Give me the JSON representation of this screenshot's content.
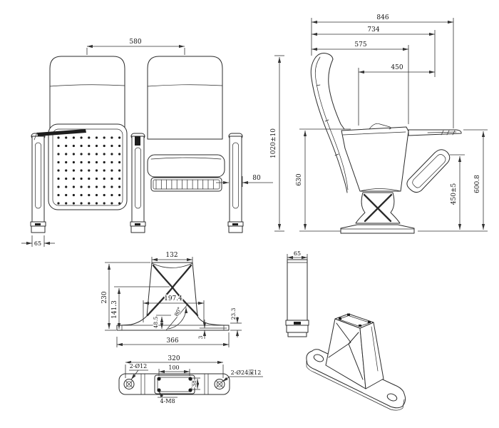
{
  "drawing": {
    "type": "engineering-drawing",
    "subject": "auditorium theater chair - multi-view dimensioned drawing",
    "units": "mm"
  },
  "front_view": {
    "seat_spacing": "580",
    "leg_width": "65",
    "armrest_width": "80",
    "overall_height": "1020±10"
  },
  "side_view": {
    "overall_depth": "846",
    "depth_with_tablet": "734",
    "seat_depth": "575",
    "tablet_extension": "450",
    "back_height": "630",
    "armrest_height": "450±5",
    "tablet_height": "600.8"
  },
  "pedestal_front_view": {
    "top_width": "132",
    "total_height": "230",
    "upper_height": "141.3",
    "mid_width": "197.4",
    "side_angle": "80°",
    "flare_height": "48.5",
    "plate_lip": "3",
    "base_width": "366",
    "rim_height": "23.3"
  },
  "base_plate_view": {
    "hole_spacing": "320",
    "mount_width": "100",
    "anchor_holes": "2-Ø12",
    "counterbore_holes": "2-Ø24深12",
    "thread_holes": "4-M8",
    "mount_depth": "38"
  },
  "pedestal_side_view": {
    "column_width": "65"
  }
}
